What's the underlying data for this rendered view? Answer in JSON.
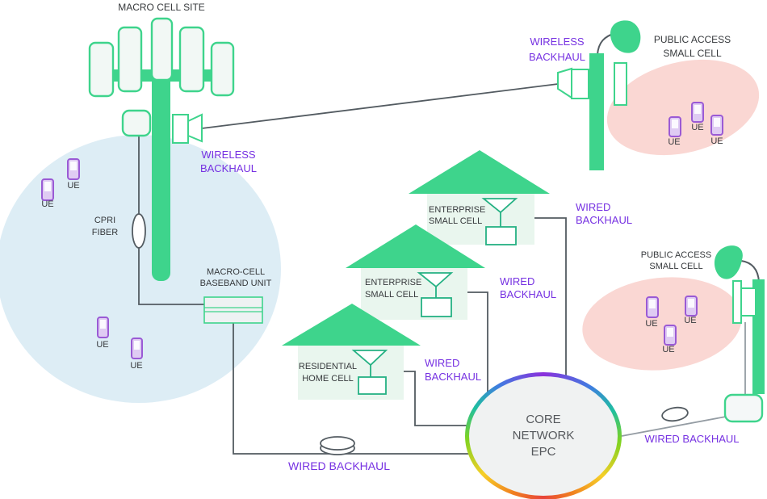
{
  "labels": {
    "macro_cell_site": "MACRO CELL SITE",
    "wireless_backhaul_macro": "WIRELESS BACKHAUL",
    "wireless_backhaul_right": "WIRELESS BACKHAUL",
    "cpri_fiber": "CPRI FIBER",
    "baseband_unit": "MACRO-CELL BASEBAND UNIT",
    "enterprise_small_cell_1": "ENTERPRISE SMALL CELL",
    "enterprise_small_cell_2": "ENTERPRISE SMALL CELL",
    "residential_home_cell": "RESIDENTIAL HOME CELL",
    "public_access_small_cell_top": "PUBLIC ACCESS SMALL CELL",
    "public_access_small_cell_right": "PUBLIC ACCESS SMALL CELL",
    "wired_backhaul_ent1": "WIRED BACKHAUL",
    "wired_backhaul_ent2": "WIRED BACKHAUL",
    "wired_backhaul_res": "WIRED BACKHAUL",
    "wired_backhaul_bottom": "WIRED BACKHAUL",
    "wired_backhaul_right": "WIRED BACKHAUL",
    "core_network": "CORE NETWORK EPC",
    "ue": "UE"
  },
  "zones": {
    "macro_coverage_ue_count": 4,
    "public_access_top_ue_count": 3,
    "public_access_right_ue_count": 3
  },
  "colors": {
    "green": "#3ed48c",
    "dark_green_outline": "#25b183",
    "house_fill": "#e9f6ee",
    "panel_fill": "#f2f8f5",
    "purple_label": "#7631e2",
    "dark_label": "#36393c",
    "ue_border": "#9a5ad5",
    "ue_fill": "#dfcbf3",
    "macro_zone": "#ddedf5",
    "small_cell_zone": "#fad7d3",
    "line": "#535b61",
    "line_light": "#949ca3",
    "epc_fill": "#f0f2f2"
  }
}
